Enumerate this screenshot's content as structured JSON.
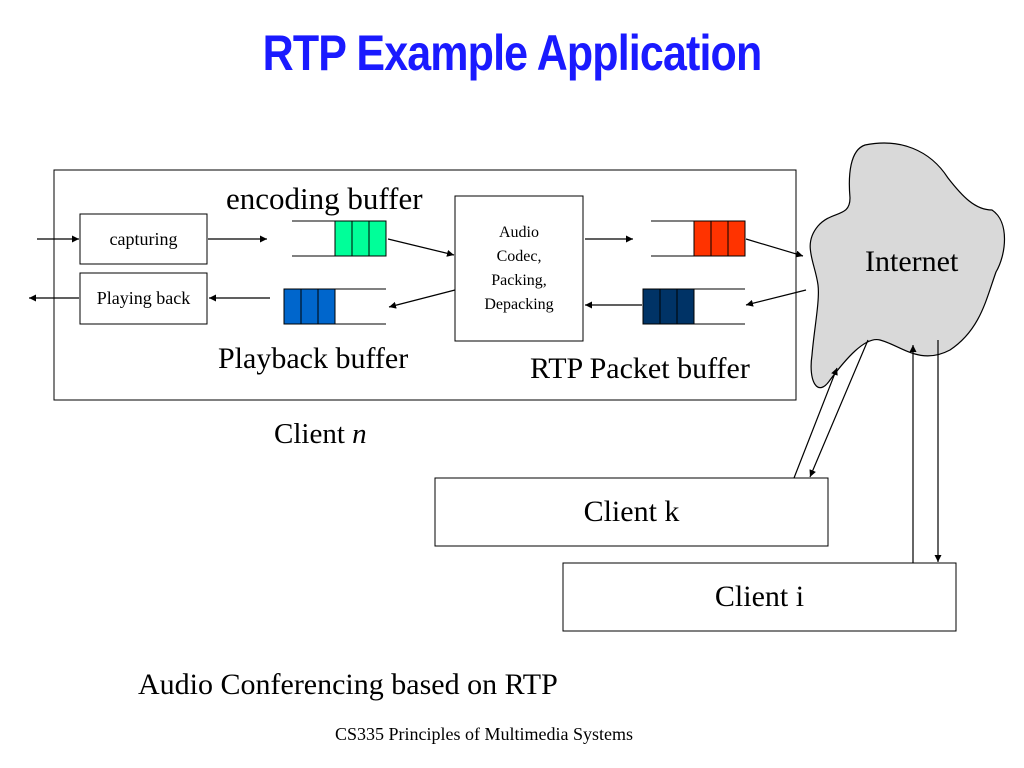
{
  "title": "RTP Example Application",
  "client_n": {
    "label_prefix": "Client ",
    "label_italic": "n",
    "capturing": "capturing",
    "playing_back": "Playing back",
    "encoding_buffer": "encoding buffer",
    "playback_buffer": "Playback buffer",
    "codec_lines": [
      "Audio",
      "Codec,",
      "Packing,",
      "Depacking"
    ],
    "rtp_packet_buffer": "RTP Packet buffer"
  },
  "internet": "Internet",
  "client_k": "Client k",
  "client_i": "Client i",
  "caption": "Audio Conferencing based on RTP",
  "footer": "CS335 Principles of Multimedia Systems",
  "colors": {
    "title": "#1a1aff",
    "encoding_buffer_fill": "#00ff99",
    "playback_buffer_fill": "#0066cc",
    "rtp_out_fill": "#ff3300",
    "rtp_in_fill": "#003366",
    "cloud_fill": "#d9d9d9"
  }
}
